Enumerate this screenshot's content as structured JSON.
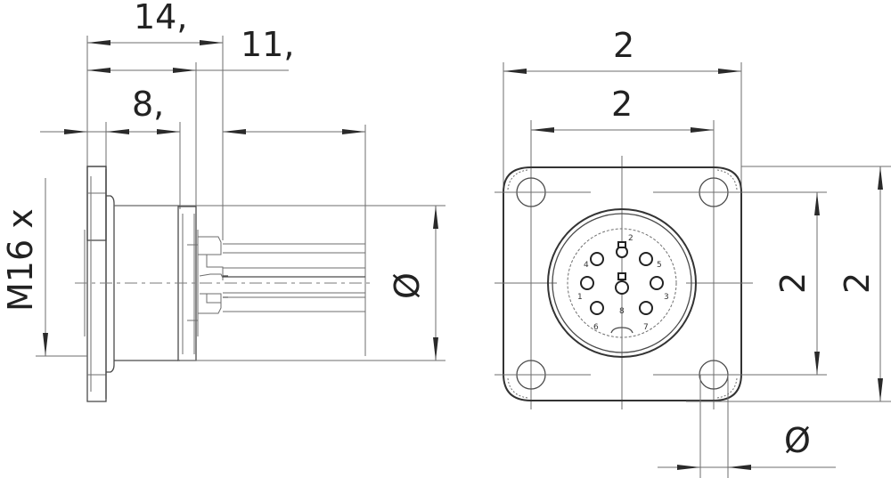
{
  "drawing": {
    "side_view": {
      "dimensions": {
        "overall_length": "14,",
        "length_to_nut": "11,",
        "body_length": "8,",
        "thread": "M16 x",
        "outer_diameter": "Ø"
      }
    },
    "front_view": {
      "dimensions": {
        "flange_width": "2",
        "hole_spacing_horizontal": "2",
        "hole_spacing_vertical": "2",
        "flange_height": "2",
        "mounting_hole_diameter": "Ø"
      },
      "pins": [
        {
          "label": "1"
        },
        {
          "label": "2"
        },
        {
          "label": "3"
        },
        {
          "label": "4"
        },
        {
          "label": "5"
        },
        {
          "label": "6"
        },
        {
          "label": "7"
        },
        {
          "label": "8"
        }
      ]
    },
    "colors": {
      "line": "#4a4a4a",
      "text": "#222222",
      "background": "#ffffff"
    }
  }
}
